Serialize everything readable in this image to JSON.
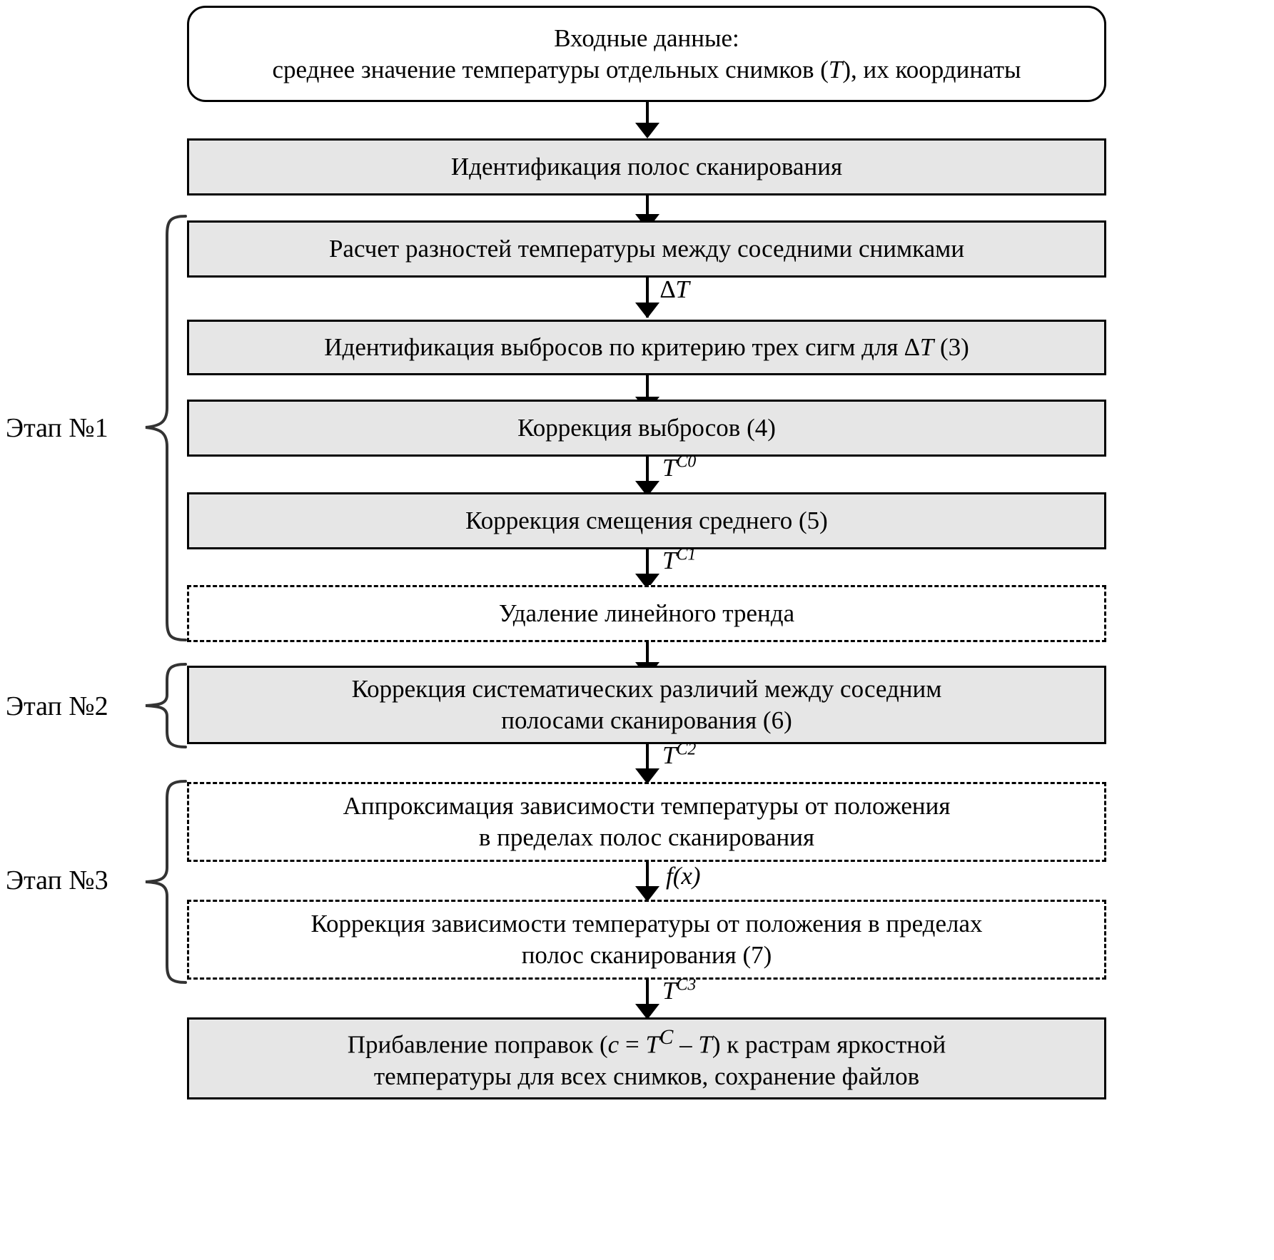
{
  "diagram": {
    "title": "Блок-схема обработки температурных данных",
    "language": "ru",
    "type": "flowchart",
    "colors": {
      "box_fill_solid": "#e6e6e6",
      "box_fill_dashed": "#ffffff",
      "border": "#000000",
      "background": "#ffffff",
      "text": "#000000"
    }
  },
  "nodes": {
    "input": {
      "line1": "Входные данные:",
      "line2_a": "среднее значение температуры отдельных снимков (",
      "line2_math": "T",
      "line2_b": "), их координаты",
      "shape": "rounded-rectangle",
      "style": "white-fill"
    },
    "n1": {
      "text": "Идентификация полос сканирования",
      "style": "solid-gray"
    },
    "n2": {
      "text": "Расчет разностей температуры между соседними снимками",
      "style": "solid-gray"
    },
    "n3_a": {
      "text": "Идентификация выбросов по критерию трех сигм для ",
      "math": "∆T",
      "tail": " (3)",
      "style": "solid-gray"
    },
    "n4": {
      "text": "Коррекция выбросов  (4)",
      "style": "solid-gray"
    },
    "n5": {
      "text": "Коррекция смещения среднего  (5)",
      "style": "solid-gray"
    },
    "n6": {
      "text": "Удаление линейного тренда",
      "style": "dashed"
    },
    "n7": {
      "line1": "Коррекция систематических различий между соседним",
      "line2": "полосами сканирования  (6)",
      "style": "solid-gray"
    },
    "n8": {
      "line1": "Аппроксимация зависимости температуры от положения",
      "line2": "в пределах полос сканирования",
      "style": "dashed"
    },
    "n9": {
      "line1": "Коррекция зависимости температуры от положения в пределах",
      "line2": "полос сканирования (7)",
      "style": "dashed"
    },
    "n10": {
      "line1_a": "Прибавление поправок (",
      "line1_c": "c",
      "line1_eq": " = ",
      "line1_tc": "T",
      "line1_tcsup": "C",
      "line1_minus": " – ",
      "line1_t": "T",
      "line1_b": ") к растрам яркостной",
      "line2": "температуры для всех снимков, сохранение файлов",
      "style": "solid-gray"
    }
  },
  "edge_labels": {
    "e1": "",
    "e2": "∆T",
    "e3": "",
    "e4_base": "T",
    "e4_sup": "C0",
    "e5_base": "T",
    "e5_sup": "C1",
    "e6": "",
    "e7_base": "T",
    "e7_sup": "C2",
    "e8": "f(x)",
    "e9_base": "T",
    "e9_sup": "C3"
  },
  "stages": [
    {
      "label": "Этап №1"
    },
    {
      "label": "Этап №2"
    },
    {
      "label": "Этап №3"
    }
  ]
}
